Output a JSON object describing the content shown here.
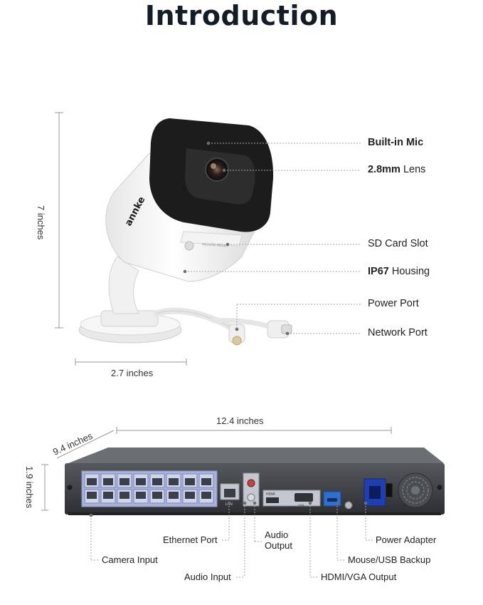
{
  "title": "Introduction",
  "camera": {
    "brand": "annke",
    "slot_text": "microSD RESET",
    "height_label": "7 inches",
    "width_label": "2.7 inches",
    "callouts": [
      {
        "bold": "Built-in Mic",
        "text": ""
      },
      {
        "bold": "2.8mm",
        "text": " Lens"
      },
      {
        "bold": "",
        "text": "SD Card Slot"
      },
      {
        "bold": "IP67",
        "text": " Housing"
      },
      {
        "bold": "",
        "text": "Power Port"
      },
      {
        "bold": "",
        "text": "Network Port"
      }
    ]
  },
  "nvr": {
    "depth_label": "9.4 inches",
    "width_label": "12.4 inches",
    "height_label": "1.9 inches",
    "port_labels": {
      "lan": "LAN",
      "hdmi": "HDMI",
      "vga": "VGA"
    },
    "callouts": {
      "ethernet_port": "Ethernet Port",
      "camera_input": "Camera Input",
      "audio_input": "Audio Input",
      "audio_output": "Audio\nOutput",
      "hdmi_vga_output": "HDMI/VGA Output",
      "mouse_usb_backup": "Mouse/USB Backup",
      "power_adapter": "Power Adapter"
    }
  },
  "colors": {
    "title": "#141c26",
    "camera_body": "#f4f4f4",
    "camera_visor": "#1c1c1c",
    "nvr_panel": "#a9b2d9",
    "nvr_case": "#3a3d42",
    "power_socket": "#1f3fb0",
    "usb_port": "#2f6fd0"
  }
}
